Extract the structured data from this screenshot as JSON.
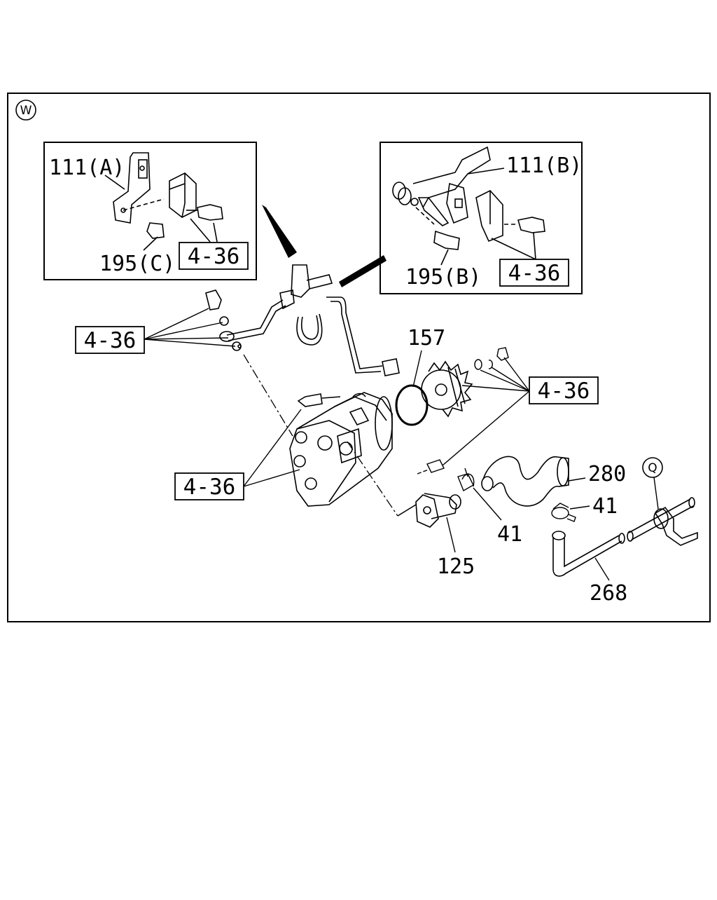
{
  "section_marker": "W",
  "q_marker": "Q",
  "labels": {
    "l111a": "111(A)",
    "l195c": "195(C)",
    "l111b": "111(B)",
    "l195b": "195(B)",
    "l157": "157",
    "l280": "280",
    "l41a": "41",
    "l41b": "41",
    "l125": "125",
    "l268": "268"
  },
  "refs": {
    "r1": "4-36",
    "r2": "4-36",
    "r3": "4-36",
    "r4": "4-36",
    "r5": "4-36"
  }
}
